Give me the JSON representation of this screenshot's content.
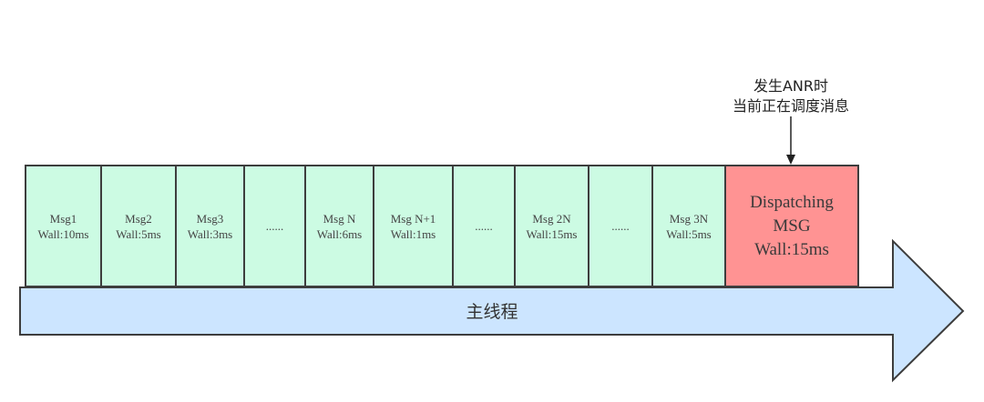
{
  "diagram": {
    "annotation": {
      "line1": "发生ANR时",
      "line2": "当前正在调度消息"
    },
    "thread": {
      "label": "主线程"
    },
    "messages": [
      {
        "name": "Msg1",
        "wall": "Wall:10ms"
      },
      {
        "name": "Msg2",
        "wall": "Wall:5ms"
      },
      {
        "name": "Msg3",
        "wall": "Wall:3ms"
      },
      {
        "name": "......",
        "wall": ""
      },
      {
        "name": "Msg N",
        "wall": "Wall:6ms"
      },
      {
        "name": "Msg N+1",
        "wall": "Wall:1ms"
      },
      {
        "name": "......",
        "wall": ""
      },
      {
        "name": "Msg 2N",
        "wall": "Wall:15ms"
      },
      {
        "name": "......",
        "wall": ""
      },
      {
        "name": "Msg 3N",
        "wall": "Wall:5ms"
      }
    ],
    "current_message": {
      "line1": "Dispatching",
      "line2": "MSG",
      "line3": "Wall:15ms"
    },
    "colors": {
      "message_fill": "#ccfbe3",
      "current_fill": "#ff9393",
      "thread_fill": "#cce5ff",
      "stroke": "#3d3d3d"
    }
  }
}
